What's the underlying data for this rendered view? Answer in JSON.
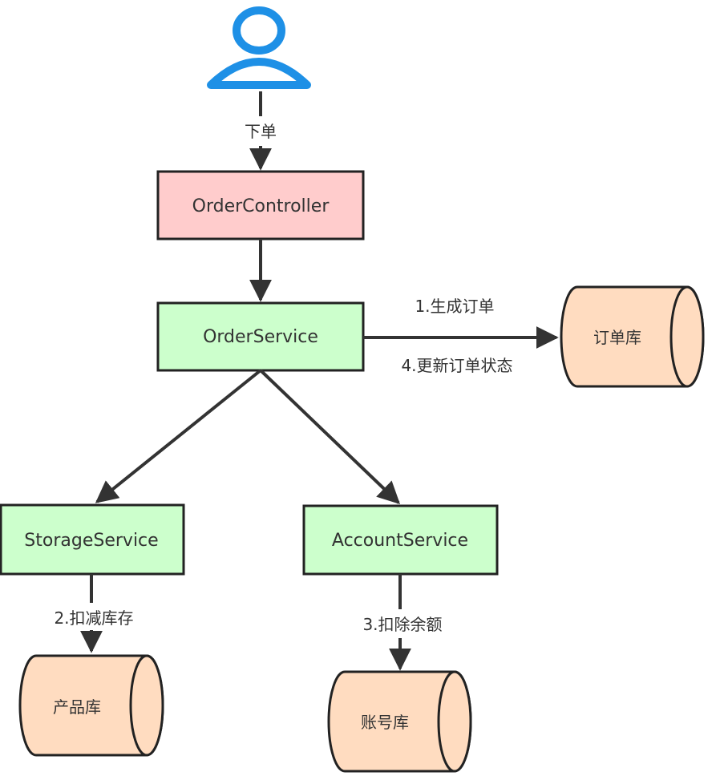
{
  "colors": {
    "controller_fill": "#ffcccc",
    "service_fill": "#ccffcc",
    "db_fill": "#ffdcc0",
    "stroke": "#222222",
    "user_icon": "#1e90e6"
  },
  "user": {
    "icon": "user-icon"
  },
  "nodes": {
    "order_controller": "OrderController",
    "order_service": "OrderService",
    "storage_service": "StorageService",
    "account_service": "AccountService"
  },
  "databases": {
    "order_db": "订单库",
    "product_db": "产品库",
    "account_db": "账号库"
  },
  "edges": {
    "place_order": "下单",
    "create_order": "1.生成订单",
    "update_order_status": "4.更新订单状态",
    "deduct_stock": "2.扣减库存",
    "deduct_balance": "3.扣除余额"
  }
}
